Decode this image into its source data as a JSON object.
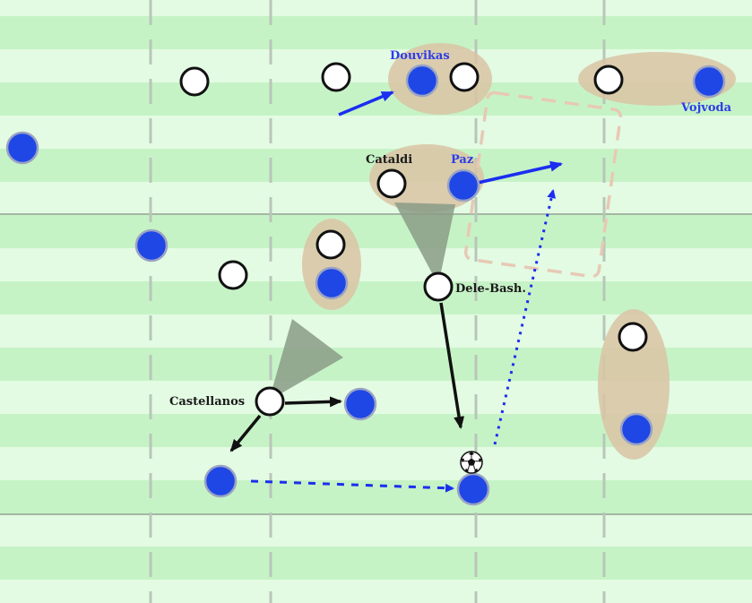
{
  "diagram": {
    "colors": {
      "pitch_light": "#e3fbe3",
      "pitch_dark": "#c6f3c6",
      "white_team": "#ffffff",
      "blue_team": "#1f47e6",
      "highlight": "#d9c3a5",
      "cone": "#8a9b86",
      "pass_arrow": "#1b2ef0",
      "run_arrow": "#111111"
    },
    "labels": {
      "douvikas": "Douvikas",
      "vojvoda": "Vojvoda",
      "cataldi": "Cataldi",
      "paz": "Paz",
      "dele_bashiru": "Dele-Bash.",
      "castellanos": "Castellanos"
    },
    "ball_icon": "soccer-ball-icon"
  }
}
